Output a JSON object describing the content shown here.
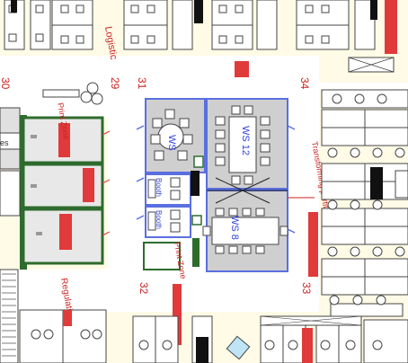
{
  "grid_labels": {
    "g30": "30",
    "g29": "29",
    "g31": "31",
    "g34": "34",
    "g32": "32",
    "g33": "33"
  },
  "rooms": {
    "ws_round": "WS",
    "ws_12": "WS 12",
    "ws_8": "WS 8",
    "booth_a": "Booth",
    "booth_b": "Booth"
  },
  "zones": {
    "logistic": "Logistic",
    "print_zone_top": "Print Zone",
    "print_zone_bottom": "Print Zone",
    "transforming_partitions": "Transforming partitions",
    "regulation": "Regulation",
    "left_edge_label": "es"
  },
  "colors": {
    "floor_yellow": "#fffbe6",
    "corridor_white": "#ffffff",
    "meeting_grey": "#cfcfcf",
    "room_blue": "#5a6fe0",
    "wall_green": "#2e6b2e",
    "cabinet_red": "#e03a3a",
    "label_red": "#cc2222"
  }
}
